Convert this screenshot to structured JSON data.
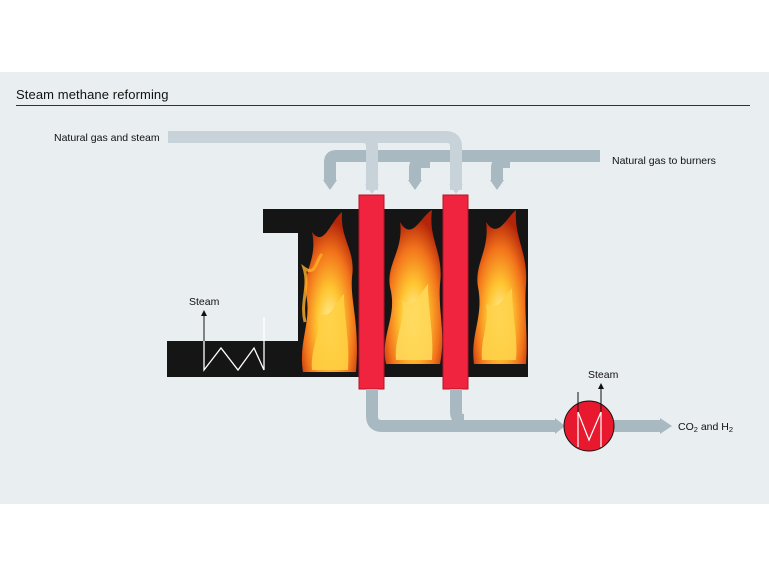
{
  "header": {
    "title": "Steam methane reforming"
  },
  "labels": {
    "feed_in": "Natural gas and steam",
    "burner_gas": "Natural gas to burners",
    "steam_left": "Steam",
    "steam_right": "Steam",
    "product_prefix": "CO",
    "product_sub": "2",
    "product_suffix": " and H",
    "product_sub2": "2"
  },
  "colors": {
    "panel_bg": "#e9eef1",
    "pipe": "#a9b9c1",
    "pipe_light": "#c8d3d9",
    "furnace": "#151515",
    "tube": "#f0243f",
    "exchanger": "#e8192f",
    "flame_outer": "#d9480f",
    "flame_mid": "#f7891a",
    "flame_inner": "#ffd24a"
  },
  "icons": {
    "flame": "flame-icon",
    "heat_exchanger": "heat-exchanger-icon",
    "steam_coil": "steam-coil-icon"
  }
}
